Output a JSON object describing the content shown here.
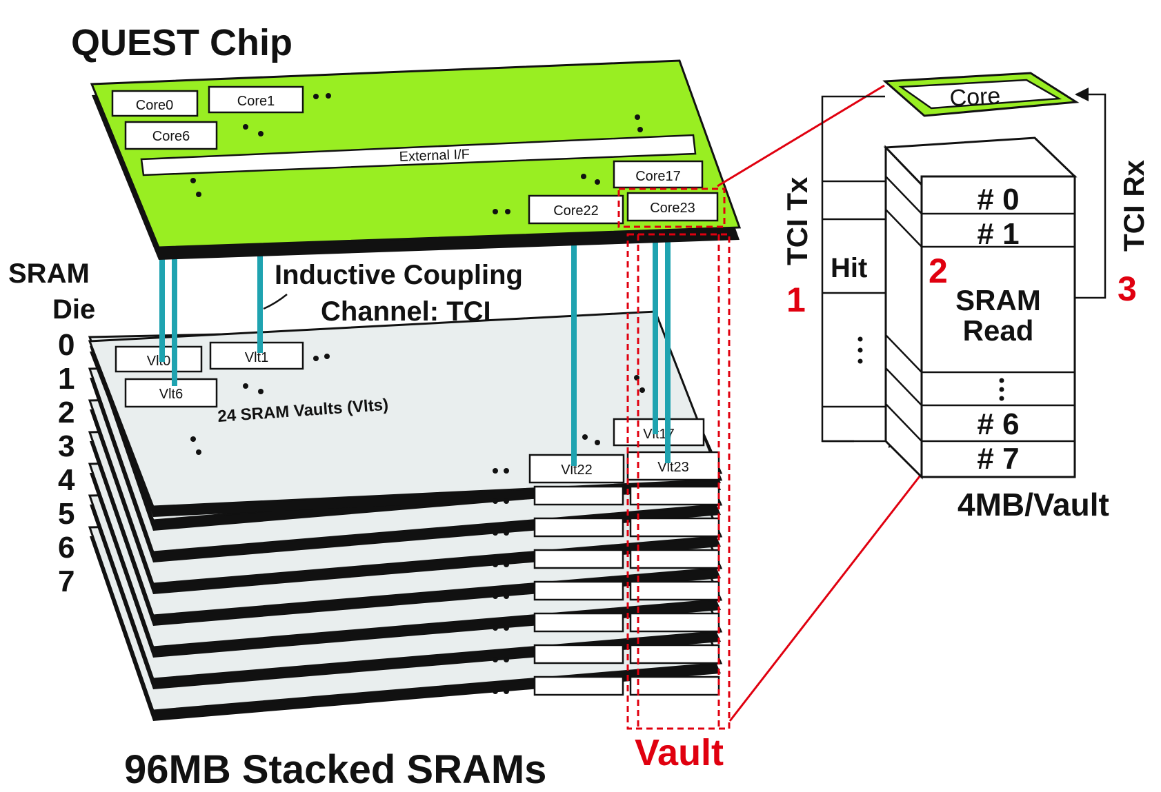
{
  "title": "QUEST Chip",
  "bottom_title": "96MB Stacked SRAMs",
  "chip": {
    "cores_top": [
      "Core0",
      "Core1"
    ],
    "core_row2": "Core6",
    "external_if": "External I/F",
    "core_right": "Core17",
    "cores_bottom": [
      "Core22",
      "Core23"
    ],
    "color": "#99ee22"
  },
  "sram": {
    "die_label_line1": "SRAM",
    "die_label_line2": "Die",
    "die_numbers": [
      "0",
      "1",
      "2",
      "3",
      "4",
      "5",
      "6",
      "7"
    ],
    "vaults_top": [
      "Vlt0",
      "Vlt1"
    ],
    "vault_row2": "Vlt6",
    "vaults_caption": "24 SRAM Vaults (Vlts)",
    "vault_right": "Vlt17",
    "vaults_bottom": [
      "Vlt22",
      "Vlt23"
    ],
    "vault_label": "Vault"
  },
  "tci_label_line1": "Inductive Coupling",
  "tci_label_line2": "Channel: TCI",
  "detail": {
    "core": "Core",
    "tci_tx": "TCI Tx",
    "tci_rx": "TCI Rx",
    "hit": "Hit",
    "steps": [
      "1",
      "2",
      "3"
    ],
    "banks_top": [
      "# 0",
      "# 1"
    ],
    "sram_read_line1": "SRAM",
    "sram_read_line2": "Read",
    "banks_bottom": [
      "# 6",
      "# 7"
    ],
    "capacity": "4MB/Vault"
  },
  "colors": {
    "accent_red": "#e0000f",
    "tci_teal": "#1fa3b0",
    "chip_green": "#99ee22",
    "die_gray": "#e9eeee"
  }
}
